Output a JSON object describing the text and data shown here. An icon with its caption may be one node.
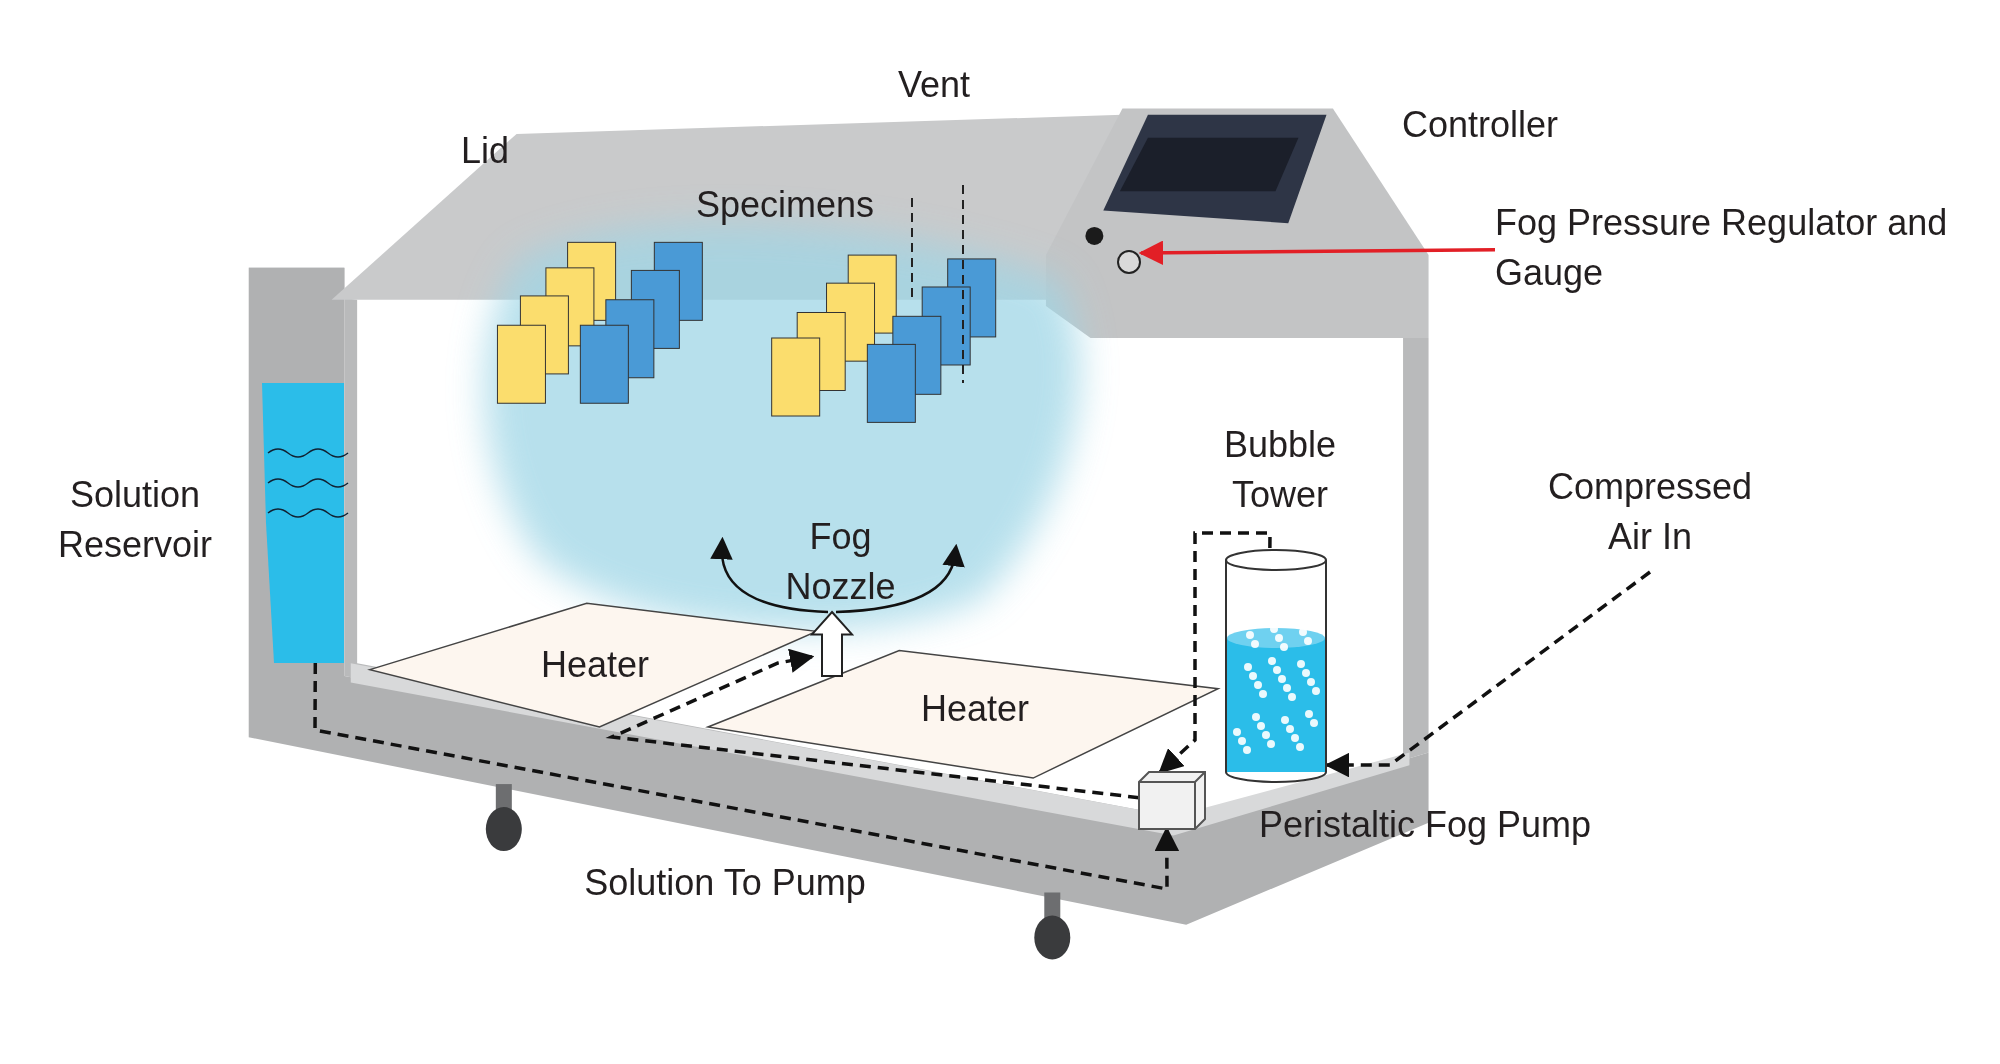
{
  "diagram": {
    "nodes": [
      {
        "text": [],
        "shape": "box",
        "beside": [
          "Solution Reservoir"
        ]
      },
      {
        "text": [],
        "shape": "box"
      },
      {
        "text": [],
        "shape": "box",
        "beside": [
          "Fog Nozzle"
        ]
      },
      {
        "text": [],
        "shape": "cylinder",
        "beside": [
          "Bubble Tower"
        ]
      },
      {
        "text": [
          "Compressed Air In"
        ]
      },
      {
        "text": [
          "Fog Pressure Regulator and Gauge"
        ]
      },
      {
        "text": [],
        "shape": "circle"
      }
    ],
    "edges": [
      {
        "from": 0,
        "to": 1,
        "arrow": "to",
        "label": "Solution To Pump",
        "style": "dashed"
      },
      {
        "from": 1,
        "to": 2,
        "arrow": "to",
        "style": "dashed"
      },
      {
        "from": 3,
        "to": 1,
        "arrow": "to",
        "style": "dashed"
      },
      {
        "from": 4,
        "to": 3,
        "arrow": "to",
        "style": "dashed"
      },
      {
        "from": 5,
        "to": 6,
        "arrow": "to",
        "color": "#e21f26"
      }
    ],
    "labels": [
      "Vent",
      "Lid",
      "Controller",
      "Specimens",
      "Heater",
      "Heater",
      "Peristaltic Fog Pump"
    ]
  }
}
